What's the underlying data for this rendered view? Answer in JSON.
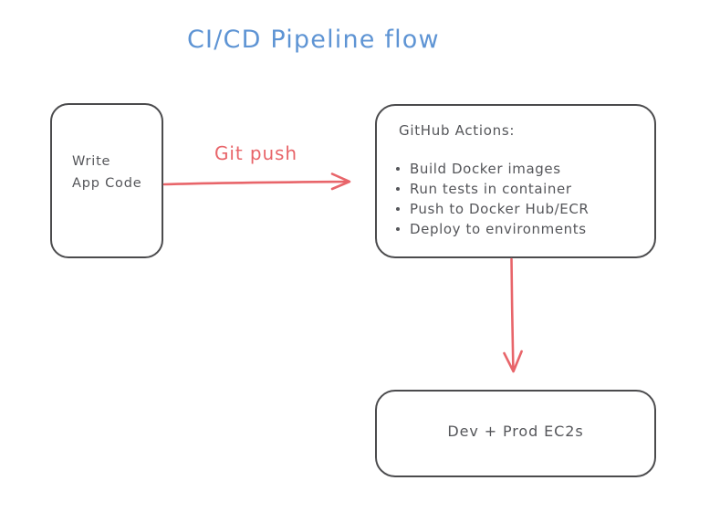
{
  "page": {
    "title": "CI/CD Pipeline flow",
    "background_color": "#ffffff",
    "title_color": "#5e94d4",
    "node_border_color": "#4b4b4d",
    "node_text_color": "#55565a",
    "arrow_color": "#e8656a"
  },
  "nodes": {
    "write_app_code": {
      "text": "Write\nApp Code"
    },
    "github_actions": {
      "heading": "GitHub Actions:",
      "items": [
        "Build Docker images",
        "Run tests in container",
        "Push to Docker Hub/ECR",
        "Deploy to environments"
      ]
    },
    "dev_prod_ec2s": {
      "text": "Dev + Prod EC2s"
    }
  },
  "edges": {
    "git_push": {
      "label": "Git push",
      "from": "write_app_code",
      "to": "github_actions",
      "direction": "right"
    },
    "deploy": {
      "label": "",
      "from": "github_actions",
      "to": "dev_prod_ec2s",
      "direction": "down"
    }
  }
}
